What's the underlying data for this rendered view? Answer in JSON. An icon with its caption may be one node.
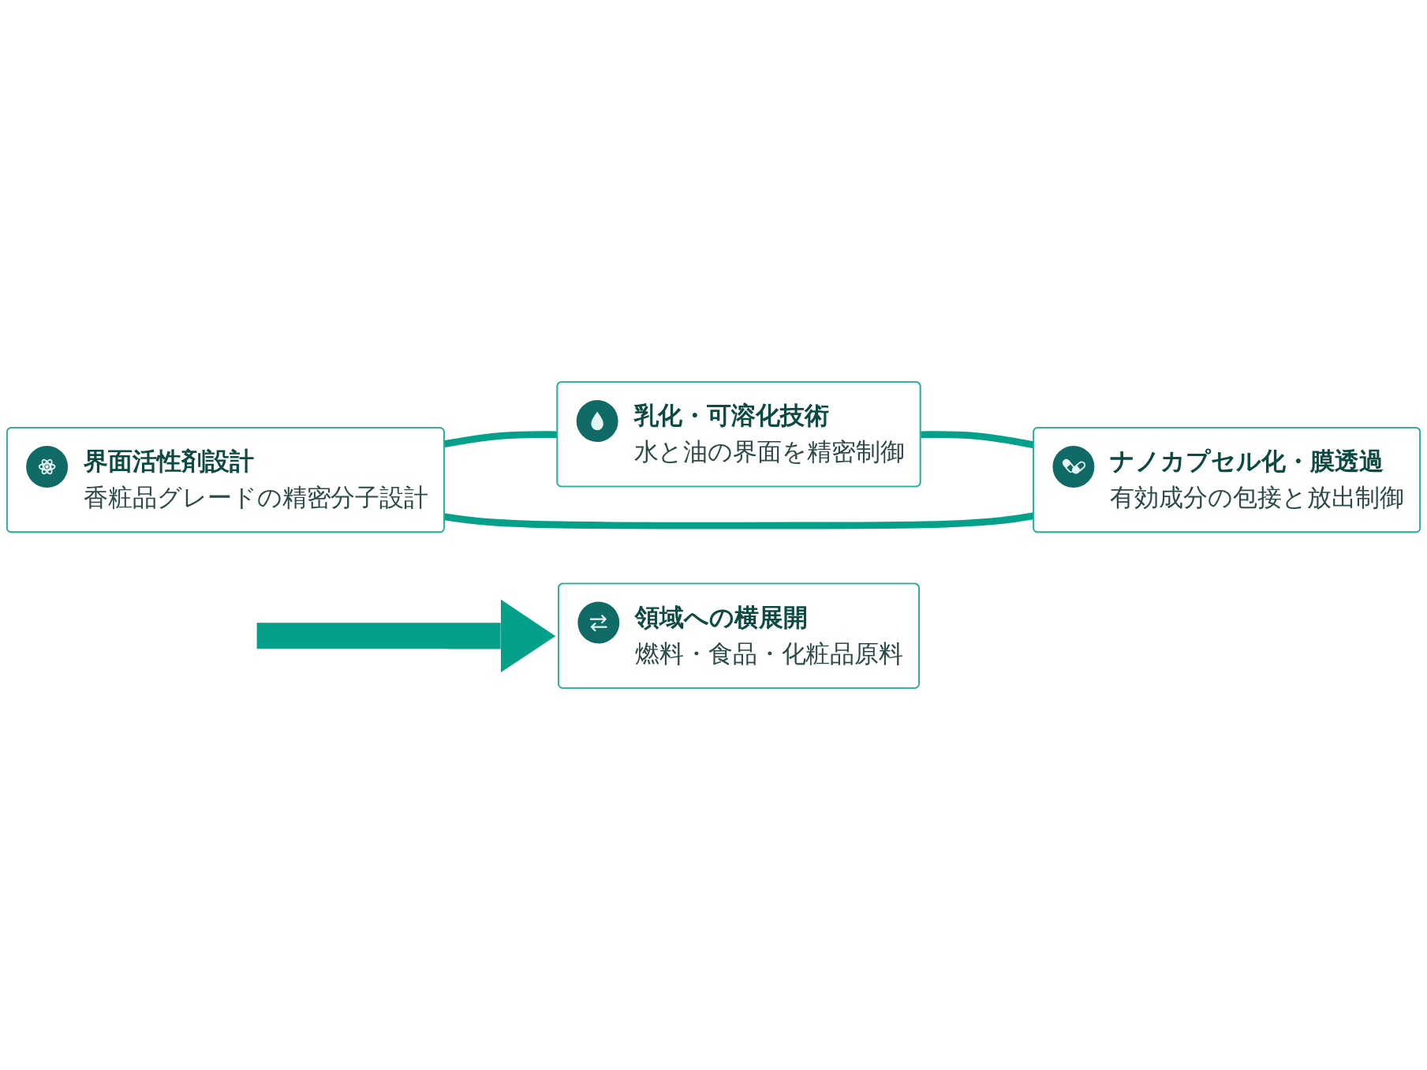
{
  "diagram": {
    "nodes": [
      {
        "text": [
          "乳化・可溶化技術",
          "水と油の界面を精密制御"
        ]
      },
      {
        "text": [
          "ナノカプセル化・膜透過",
          "有効成分の包接と放出制御"
        ]
      },
      {
        "text": [
          "界面活性剤設計",
          "香粧品グレードの精密分子設計"
        ]
      },
      {
        "text": [
          "領域への横展開",
          "燃料・食品・化粧品原料"
        ]
      }
    ],
    "edges": [
      {
        "from": 2,
        "to": 0,
        "arrow": "none"
      },
      {
        "from": 0,
        "to": 1,
        "arrow": "none"
      },
      {
        "from": 2,
        "to": 1,
        "arrow": "none"
      },
      {
        "from": null,
        "to": 3,
        "arrow": "to",
        "style": "thick"
      }
    ]
  }
}
